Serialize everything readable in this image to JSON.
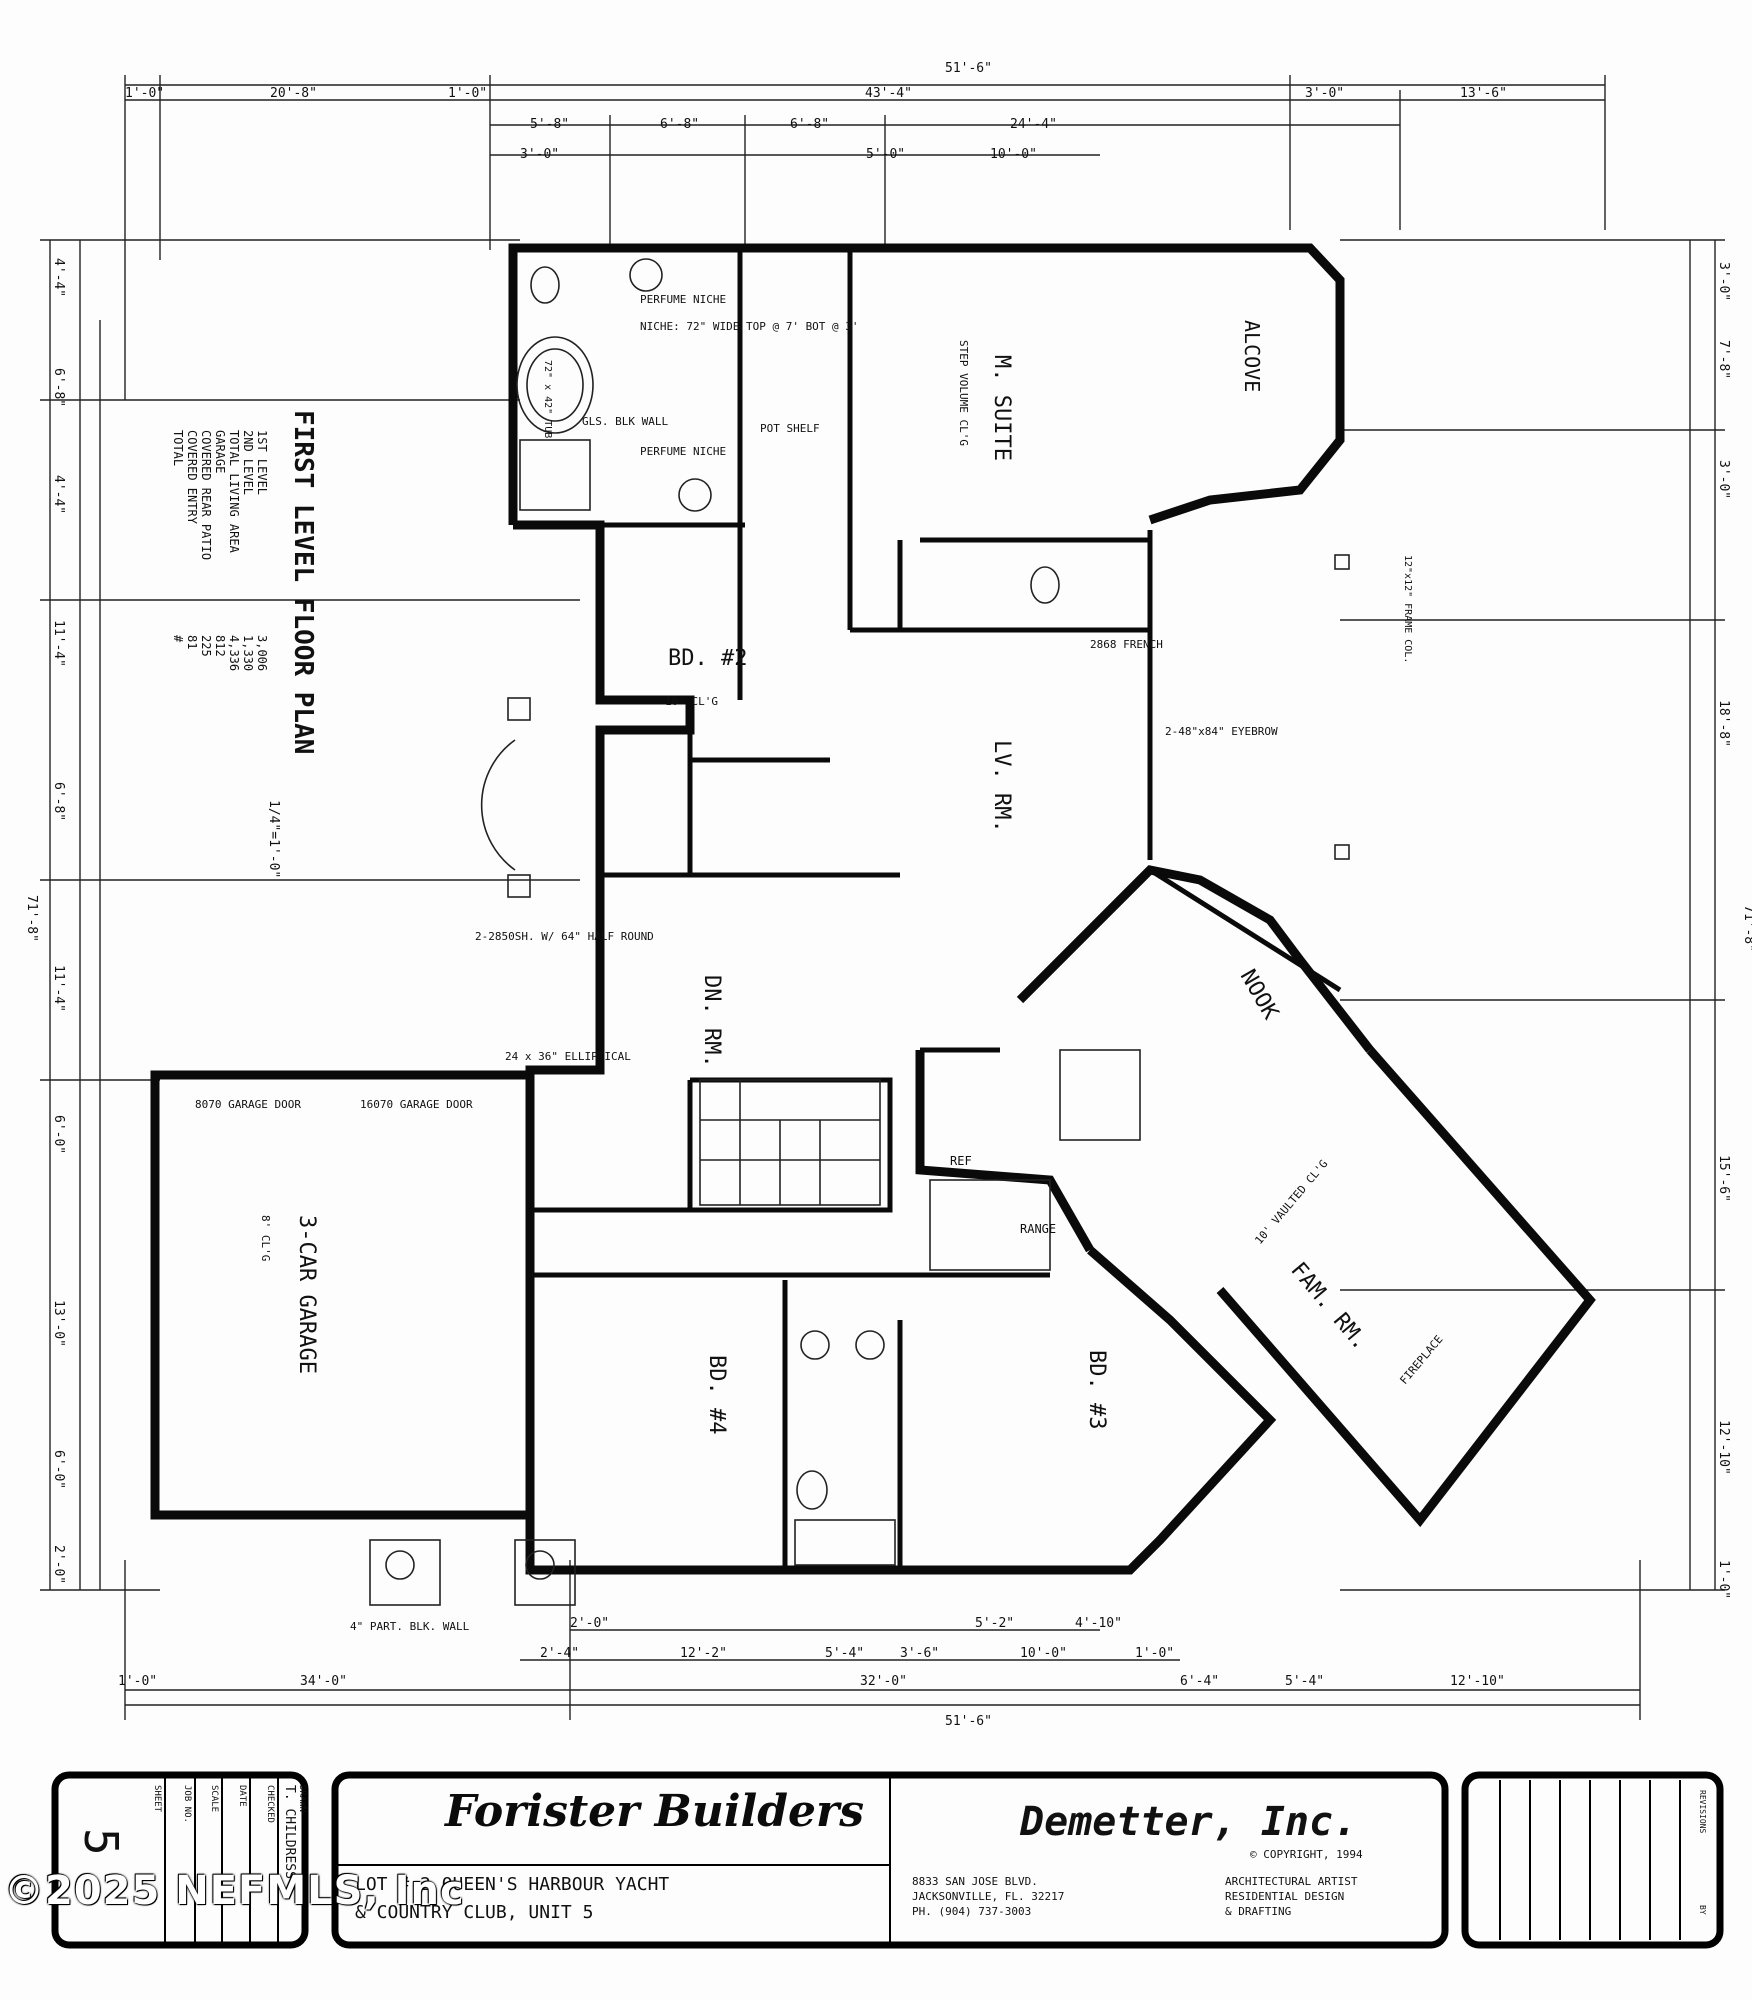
{
  "plan": {
    "title": "FIRST LEVEL FLOOR PLAN",
    "scale": "1/4\"=1'-0\"",
    "areas": [
      {
        "label": "1ST LEVEL",
        "value": "3,006"
      },
      {
        "label": "2ND LEVEL",
        "value": "1,330"
      },
      {
        "label": "TOTAL LIVING AREA",
        "value": "4,336"
      },
      {
        "label": "GARAGE",
        "value": "812"
      },
      {
        "label": "COVERED REAR PATIO",
        "value": "225"
      },
      {
        "label": "COVERED ENTRY",
        "value": "81"
      },
      {
        "label": "TOTAL",
        "value": "#"
      }
    ],
    "rooms": {
      "m_suite": "M. SUITE",
      "alcove": "ALCOVE",
      "bd2": "BD. #2",
      "lv_rm": "LV. RM.",
      "dn_rm": "DN. RM.",
      "nook": "NOOK",
      "fam_rm": "FAM. RM.",
      "bd3": "BD. #3",
      "bd4": "BD. #4",
      "garage": "3-CAR GARAGE",
      "range": "RANGE",
      "ref": "REF"
    },
    "notes": {
      "step_volume": "STEP VOLUME CL'G",
      "perfume_niche": "PERFUME NICHE",
      "niche": "NICHE: 72\" WIDE TOP @ 7' BOT @ 3'",
      "gls_blk": "GLS. BLK WALL",
      "pot_shelf": "POT SHELF",
      "tub": "72\" x 42\" TUB",
      "frame_col": "12\"x12\" FRAME COL.",
      "garage_door_1": "8070 GARAGE DOOR",
      "garage_door_2": "16070 GARAGE DOOR",
      "garage_clg": "8' CL'G",
      "part_wall": "4\" PART. BLK. WALL",
      "elliptical": "24 x 36\" ELLIPTICAL",
      "half_round": "2-2850SH. W/ 64\" HALF ROUND",
      "ten_clg": "10' CL'G",
      "vaulted": "10' VAULTED CL'G",
      "fireplace": "FIREPLACE",
      "french": "2868 FRENCH",
      "eyebrow": "2-48\"x84\" EYEBROW"
    },
    "dims_top": [
      "1'-0\"",
      "20'-8\"",
      "1'-0\"",
      "43'-4\"",
      "3'-0\"",
      "13'-6\"",
      "51'-6\"",
      "5'-8\"",
      "6'-8\"",
      "6'-8\"",
      "24'-4\"",
      "3'-0\"",
      "5'-0\"",
      "10'-0\""
    ],
    "dims_bottom": [
      "1'-0\"",
      "34'-0\"",
      "32'-0\"",
      "51'-6\"",
      "6'-4\"",
      "5'-4\"",
      "12'-10\"",
      "2'-4\"",
      "12'-2\"",
      "5'-4\"",
      "3'-6\"",
      "10'-0\"",
      "1'-0\"",
      "2'-0\"",
      "5'-2\"",
      "4'-10\""
    ],
    "dims_left": [
      "4'-4\"",
      "6'-8\"",
      "4'-4\"",
      "11'-4\"",
      "6'-8\"",
      "71'-8\"",
      "11'-4\"",
      "6'-0\"",
      "13'-0\"",
      "6'-0\"",
      "2'-0\""
    ],
    "dims_right": [
      "3'-0\"",
      "7'-8\"",
      "3'-0\"",
      "18'-8\"",
      "71'-8\"",
      "15'-6\"",
      "12'-10\"",
      "1'-0\""
    ]
  },
  "title_block": {
    "sheet_number": "5",
    "drawn_by": "T. CHILDRESS",
    "fields": [
      "DRAWN",
      "CHECKED",
      "DATE",
      "SCALE",
      "JOB NO.",
      "SHEET"
    ],
    "builder": "Forister Builders",
    "lot_line1": "LOT # 2   QUEEN'S HARBOUR YACHT",
    "lot_line2": "& COUNTRY CLUB, UNIT 5",
    "designer": "Demetter, Inc.",
    "copyright": "© COPYRIGHT, 1994",
    "address": [
      "8833 SAN JOSE BLVD.",
      "JACKSONVILLE, FL. 32217",
      "PH. (904) 737-3003"
    ],
    "services": [
      "ARCHITECTURAL ARTIST",
      "RESIDENTIAL DESIGN",
      "& DRAFTING"
    ],
    "revisions_label": "REVISIONS",
    "by_label": "BY"
  },
  "watermark": "©2025 NEFMLS, Inc"
}
